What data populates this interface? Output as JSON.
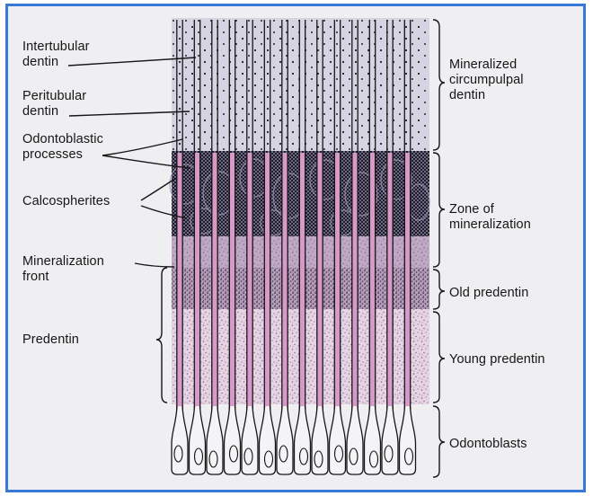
{
  "labels": {
    "left": [
      "Intertubular\ndentin",
      "Peritubular\ndentin",
      "Odontoblastic\nprocesses",
      "Calcospherites",
      "Mineralization\nfront",
      "Predentin"
    ],
    "right": [
      "Mineralized\ncircumpulpal\ndentin",
      "Zone of\nmineralization",
      "Old predentin",
      "Young predentin",
      "Odontoblasts"
    ]
  },
  "colors": {
    "frame_border": "#3a78d8",
    "background": "#efeff2",
    "dentin": "#d6d3e2",
    "mineralization_zone": "#2c2838",
    "predentin_pink": "#d79ac8",
    "ink": "#161616"
  }
}
